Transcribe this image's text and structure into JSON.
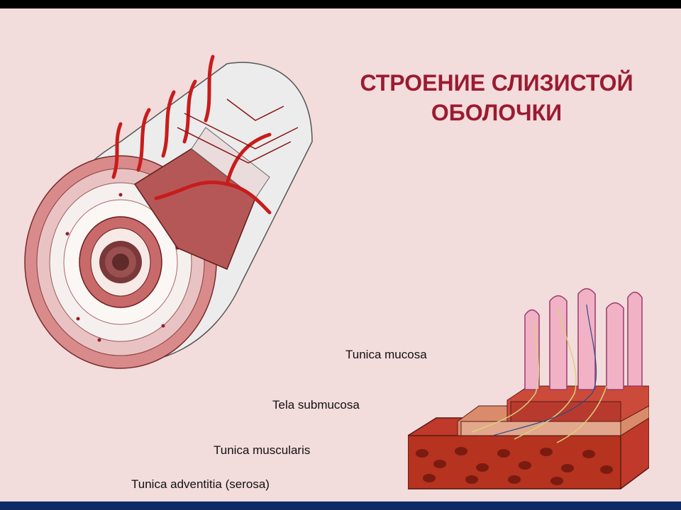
{
  "title": {
    "line1": "СТРОЕНИЕ СЛИЗИСТОЙ",
    "line2": "ОБОЛОЧКИ"
  },
  "labels": {
    "mucosa": "Tunica mucosa",
    "submucosa": "Tela submucosa",
    "muscularis": "Tunica muscularis",
    "adventitia": "Tunica adventitia (serosa)"
  },
  "colors": {
    "title": "#9b1b30",
    "background": "#f3dcdc",
    "tissue": "#c9504f",
    "vessel": "#c81c1c",
    "muscle": "#b5331f",
    "villus": "#f1b2c6"
  }
}
